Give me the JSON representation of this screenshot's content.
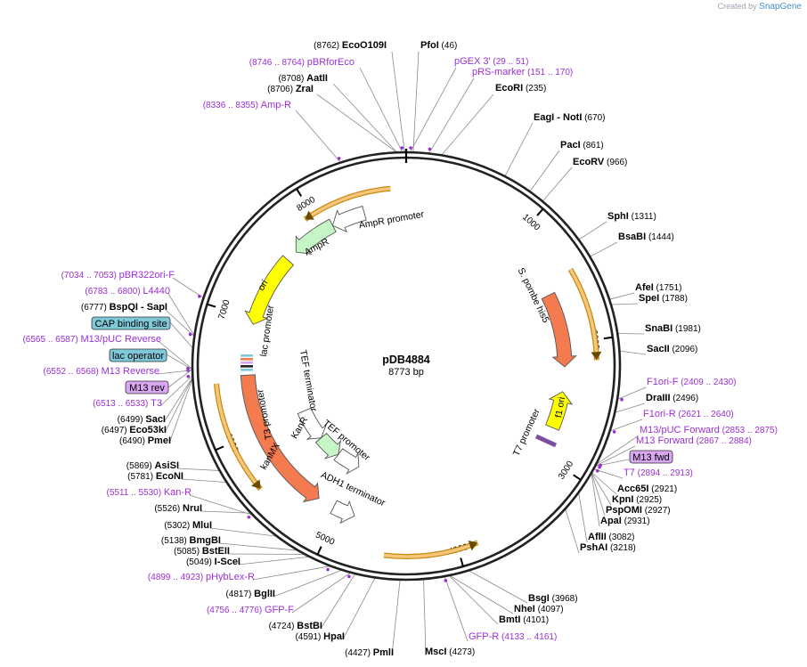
{
  "watermark": {
    "prefix": "Created by",
    "brand": "SnapGene"
  },
  "plasmid": {
    "name": "pDB4884",
    "length_label": "8773 bp",
    "length": 8773
  },
  "ruler_ticks": [
    "1000",
    "2000",
    "3000",
    "4000",
    "5000",
    "6000",
    "7000",
    "8000"
  ],
  "enzymes": [
    {
      "name": "EcoO109I",
      "pos": "(8762)"
    },
    {
      "name": "PfoI",
      "pos": "(46)"
    },
    {
      "name": "AatII",
      "pos": "(8708)"
    },
    {
      "name": "ZraI",
      "pos": "(8706)"
    },
    {
      "name": "EcoRI",
      "pos": "(235)"
    },
    {
      "name": "EagI  - NotI",
      "pos": "(670)"
    },
    {
      "name": "PacI",
      "pos": "(861)"
    },
    {
      "name": "EcoRV",
      "pos": "(966)"
    },
    {
      "name": "SphI",
      "pos": "(1311)"
    },
    {
      "name": "BsaBI",
      "pos": "(1444)"
    },
    {
      "name": "AfeI",
      "pos": "(1751)"
    },
    {
      "name": "SpeI",
      "pos": "(1788)"
    },
    {
      "name": "SnaBI",
      "pos": "(1981)"
    },
    {
      "name": "SacII",
      "pos": "(2096)"
    },
    {
      "name": "DraIII",
      "pos": "(2496)"
    },
    {
      "name": "Acc65I",
      "pos": "(2921)"
    },
    {
      "name": "KpnI",
      "pos": "(2925)"
    },
    {
      "name": "PspOMI",
      "pos": "(2927)"
    },
    {
      "name": "ApaI",
      "pos": "(2931)"
    },
    {
      "name": "AflII",
      "pos": "(3082)"
    },
    {
      "name": "PshAI",
      "pos": "(3218)"
    },
    {
      "name": "BsgI",
      "pos": "(3968)"
    },
    {
      "name": "NheI",
      "pos": "(4097)"
    },
    {
      "name": "BmtI",
      "pos": "(4101)"
    },
    {
      "name": "MscI",
      "pos": "(4273)"
    },
    {
      "name": "PmlI",
      "pos": "(4427)"
    },
    {
      "name": "HpaI",
      "pos": "(4591)"
    },
    {
      "name": "BstBI",
      "pos": "(4724)"
    },
    {
      "name": "BglII",
      "pos": "(4817)"
    },
    {
      "name": "I-SceI",
      "pos": "(5049)"
    },
    {
      "name": "BstEII",
      "pos": "(5085)"
    },
    {
      "name": "BmgBI",
      "pos": "(5138)"
    },
    {
      "name": "MluI",
      "pos": "(5302)"
    },
    {
      "name": "NruI",
      "pos": "(5526)"
    },
    {
      "name": "EcoNI",
      "pos": "(5781)"
    },
    {
      "name": "AsiSI",
      "pos": "(5869)"
    },
    {
      "name": "PmeI",
      "pos": "(6490)"
    },
    {
      "name": "Eco53kI",
      "pos": "(6497)"
    },
    {
      "name": "SacI",
      "pos": "(6499)"
    },
    {
      "name": "BspQI  - SapI",
      "pos": "(6777)"
    }
  ],
  "primers": [
    {
      "name": "pBRforEco",
      "pos": "(8746 .. 8764)"
    },
    {
      "name": "pGEX 3'",
      "pos": "(29 .. 51)"
    },
    {
      "name": "pRS-marker",
      "pos": "(151 .. 170)"
    },
    {
      "name": "Amp-R",
      "pos": "(8336 .. 8355)"
    },
    {
      "name": "F1ori-F",
      "pos": "(2409 .. 2430)"
    },
    {
      "name": "F1ori-R",
      "pos": "(2621 .. 2640)"
    },
    {
      "name": "M13/pUC Forward",
      "pos": "(2853 .. 2875)"
    },
    {
      "name": "M13 Forward",
      "pos": "(2867 .. 2884)"
    },
    {
      "name": "T7",
      "pos": "(2894 .. 2913)"
    },
    {
      "name": "GFP-R",
      "pos": "(4133 .. 4161)"
    },
    {
      "name": "pHybLex-R",
      "pos": "(4899 .. 4923)"
    },
    {
      "name": "GFP-F",
      "pos": "(4756 .. 4776)"
    },
    {
      "name": "Kan-R",
      "pos": "(5511 .. 5530)"
    },
    {
      "name": "T3",
      "pos": "(6513 .. 6533)"
    },
    {
      "name": "M13 Reverse",
      "pos": "(6552 .. 6568)"
    },
    {
      "name": "M13/pUC Reverse",
      "pos": "(6565 .. 6587)"
    },
    {
      "name": "L4440",
      "pos": "(6783 .. 6800)"
    },
    {
      "name": "pBR322ori-F",
      "pos": "(7034 .. 7053)"
    }
  ],
  "boxed_labels": [
    {
      "name": "CAP binding site",
      "color": "#7ec8d8"
    },
    {
      "name": "lac operator",
      "color": "#7ec8d8"
    },
    {
      "name": "M13 rev",
      "color": "#d9a6f0"
    },
    {
      "name": "M13 fwd",
      "color": "#d9a6f0"
    }
  ],
  "features": [
    {
      "name": "AmpR promoter",
      "color": "#ffffff"
    },
    {
      "name": "AmpR",
      "color": "#c6f5c6"
    },
    {
      "name": "ori",
      "color": "#ffff00"
    },
    {
      "name": "lac promoter",
      "color": "#ffffff"
    },
    {
      "name": "T3 promoter",
      "color": "#ffffff"
    },
    {
      "name": "TEF terminator",
      "color": "#ffffff"
    },
    {
      "name": "KanR",
      "color": "#c6f5c6"
    },
    {
      "name": "TEF promoter",
      "color": "#ffffff"
    },
    {
      "name": "kanMX",
      "color": "#f47a50"
    },
    {
      "name": "ADH1 terminator",
      "color": "#ffffff"
    },
    {
      "name": "S. pombe his5",
      "color": "#f47a50"
    },
    {
      "name": "f1 ori",
      "color": "#ffff00"
    },
    {
      "name": "T7 promoter",
      "color": "#ffffff"
    }
  ],
  "colors": {
    "primer": "#9b2fd6",
    "orf_fill": "#f5c77a",
    "orf_line": "#c88a10",
    "backbone": "#222222"
  }
}
